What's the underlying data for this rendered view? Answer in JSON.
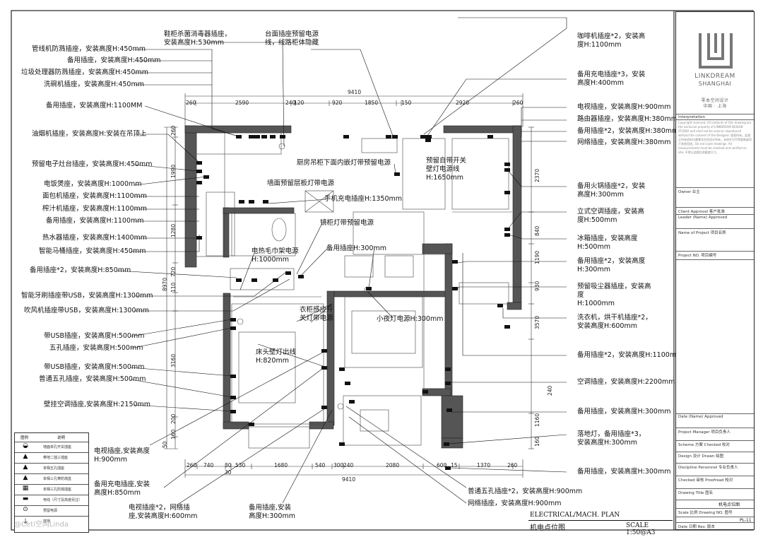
{
  "dims": {
    "top_total": "9410",
    "top": [
      "260",
      "2590",
      "240",
      "120",
      "920",
      "1850",
      "150",
      "2920",
      "260"
    ],
    "bottom": [
      "260",
      "740",
      "30",
      "530",
      "1680",
      "540",
      "300",
      "240",
      "2080",
      "600",
      "15",
      "1370",
      "260"
    ],
    "bottom_sub": "30",
    "bottom_total": "9410",
    "left_total": "8970",
    "left": [
      "260",
      "1990",
      "1280",
      "720",
      "110",
      "3160",
      "200",
      "160",
      "50"
    ],
    "right": [
      "2370",
      "840",
      "1190",
      "930",
      "3570",
      "240",
      "1160",
      "160"
    ]
  },
  "left_labels": [
    "管线机防溅插座，安装高度H:450mm",
    "备用插座，安装高度H:450mm",
    "垃圾处理器防溅插座，安装高度H:450mm",
    "洗碗机插座，安装高度H:450mm",
    "备用插座，安装高度H:1100MM",
    "油烟机插座，安装高度H:安装在吊顶上",
    "预留电子灶台插座，安装高度H:450mm",
    "电饭煲座，安装高度H:1000mm",
    "面包机插座，安装高度H:1100mm",
    "榨汁机插座，安装高度H:1100mm",
    "备用插座，安装高度H:1100mm",
    "热水器插座，安装高度H:1400mm",
    "智能马桶插座，安装高度H:450mm",
    "备用插座*2，安装高度H:850mm",
    "智能牙刷插座带USB，安装高度H:1300mm",
    "吹风机插座带USB，安装高度H:1300mm",
    "带USB插座，安装高度H:500mm",
    "五孔插座，安装高度H:500mm",
    "带USB插座，安装高度H:500mm",
    "普通五孔插座，安装高度H:500mm",
    "壁挂空调插座,安装高度H:2150mm"
  ],
  "top_labels": [
    {
      "l1": "鞋柜杀菌消毒器插座，",
      "l2": "安装高度H:530mm"
    },
    {
      "l1": "台面插座预留电源",
      "l2": "线，线路柜体隐藏"
    }
  ],
  "right_labels": [
    {
      "l1": "咖啡机插座*2，安装高",
      "l2": "度H:1100mm"
    },
    {
      "l1": "备用充电插座*3，安装",
      "l2": "高度H:400mm"
    },
    "电视插座，安装高度H:900mm",
    "路由器插座，安装高度H:380mm",
    "备用插座*2，安装高度H:380mm",
    "网络插座，安装高度H:380mm",
    {
      "l1": "备用火锅插座*2，安装",
      "l2": "高度H:300mm"
    },
    {
      "l1": "立式空调插座，安装高",
      "l2": "度H:500mm"
    },
    {
      "l1": "冰箱插座，安装高度",
      "l2": "H:500mm"
    },
    {
      "l1": "备用插座*2，安装高度",
      "l2": "H:300mm"
    },
    {
      "l1": "预留吸尘器插座，安装高度",
      "l2": "H:1000mm"
    },
    {
      "l1": "洗衣机，烘干机插座*2，",
      "l2": "安装高度H:600mm"
    },
    "备用插座*2，安装高度H:1100mm",
    "空调插座，安装高度H:2200mm",
    "备用插座，安装高度H:300mm",
    {
      "l1": "落地灯，备用插座*3，",
      "l2": "安装高度H:300mm"
    },
    "备用插座，安装高度H:300mm"
  ],
  "inner": [
    "厨房吊柜下面内嵌灯带预留电源",
    {
      "l1": "预留自带开关",
      "l2": "壁灯电源线",
      "l3": "H:1650mm"
    },
    "墙面预留层板灯带电源",
    "手机充电插座H:1350mm",
    "镜柜灯带预留电源",
    "备用插座H:300mm",
    {
      "l1": "电热毛巾架电源",
      "l2": "H:1000mm"
    },
    {
      "l1": "衣柜感应开",
      "l2": "关灯带电源"
    },
    "小夜灯电源H:300mm",
    {
      "l1": "床头壁灯出线",
      "l2": "H:820mm"
    }
  ],
  "bottom_labels": [
    {
      "l1": "电视插座,安装高度",
      "l2": "H:900mm"
    },
    {
      "l1": "备用充电插座,安装",
      "l2": "高度H:850mm"
    },
    {
      "l1": "电视插座*2，网络插",
      "l2": "座,安装高度H:600mm"
    },
    {
      "l1": "备用插座,安装",
      "l2": "高度H:300mm"
    },
    "普通五孔插座*2，安装高度H:900mm",
    "网络插座，安装高度H:900mm"
  ],
  "plan": {
    "title_en": "ELECTRICAL/MACH. PLAN",
    "title_cn": "机电点位图",
    "scale": "SCALE  1:50@A3"
  },
  "legend": {
    "header_symbol": "图例",
    "header_desc": "说明",
    "items": [
      "墙面单孔开关插座",
      "带地二插三插座",
      "单相五孔插座",
      "单相三孔带防溅盒",
      "单相三孔防溅插座",
      "电线（尺寸及高度另注）",
      "预留电源",
      "接地"
    ]
  },
  "watermark": "@Ceti空间Linda",
  "titleblock": {
    "brand": "LINKDREAM",
    "city": "SHANGHAI",
    "brand_cn": "零本空间设计",
    "city_cn": "中国 · 上海",
    "rows": [
      "Interpretation",
      "Owner 业主",
      "Client Approval  客户批准",
      "Leader  (Name)   Approved",
      "Name of Project  项目名称",
      "Project NO. 项目编号",
      "Date  (Name)   Approved",
      "Project Manager  项目负责人",
      "Scheme  方案   Checked  校对",
      "Design  设计   Drawn  绘图",
      "Discipline Personnel  专业负责人",
      "Checked  审核  Proofread  校对",
      "Drawing Title  图名",
      "Scale  比例  Drawing NO.  图号",
      "Date  日期   Rev.  版本"
    ],
    "copyright": "Copyright reserved. All contents of this drawing are the exclusive property of LINKDREAM DESIGN STUDIO and shall not be used or reproduced without the consent of the Designer. 版权所有，此图之所有资料均属零本空间设计所有，未经许可不得复制或用于其他用途。Do not scale drawings. All measurements must be checked and verified on site. 不得以此图比例量度尺寸。",
    "drawing_title": "机电点位图",
    "sheet_no": "PL-11"
  }
}
